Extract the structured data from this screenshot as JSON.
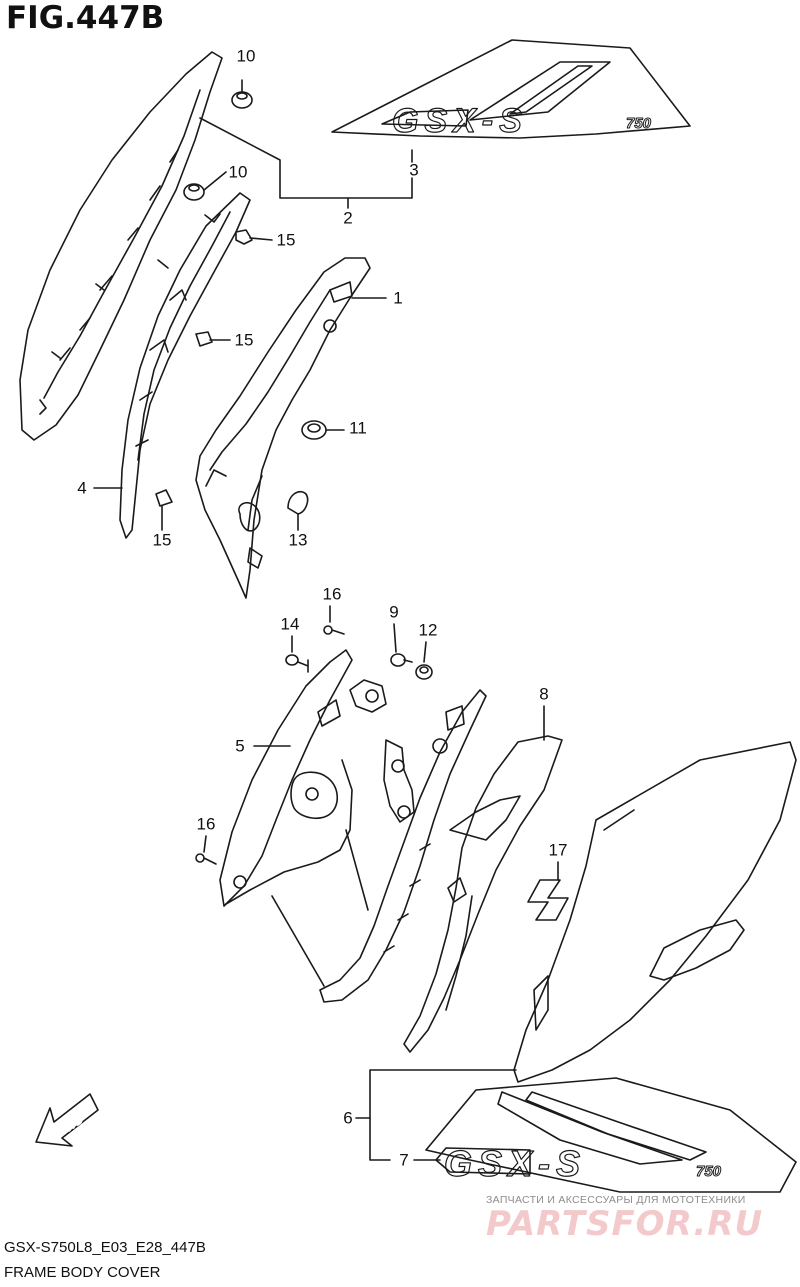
{
  "figure": {
    "title": "FIG.447B",
    "model_code": "GSX-S750L8_E03_E28_447B",
    "caption": "FRAME BODY COVER"
  },
  "callouts": {
    "c1": "1",
    "c2": "2",
    "c3": "3",
    "c4": "4",
    "c5": "5",
    "c6": "6",
    "c7": "7",
    "c8": "8",
    "c9": "9",
    "c10a": "10",
    "c10b": "10",
    "c11": "11",
    "c12": "12",
    "c13": "13",
    "c14": "14",
    "c15a": "15",
    "c15b": "15",
    "c15c": "15",
    "c16a": "16",
    "c16b": "16",
    "c17": "17"
  },
  "decals": {
    "upper_logo": "GSX-S",
    "upper_size": "750",
    "lower_logo": "GSX-S",
    "lower_size": "750"
  },
  "fwd_arrow": {
    "label": "FWD"
  },
  "watermark": {
    "caption": "ЗАПЧАСТИ И АКСЕССУАРЫ ДЛЯ МОТОТЕХНИКИ",
    "logo": "PARTSFOR.RU"
  },
  "colors": {
    "line": "#1a1a1a",
    "watermark": "#f3c9cc",
    "background": "#ffffff"
  }
}
